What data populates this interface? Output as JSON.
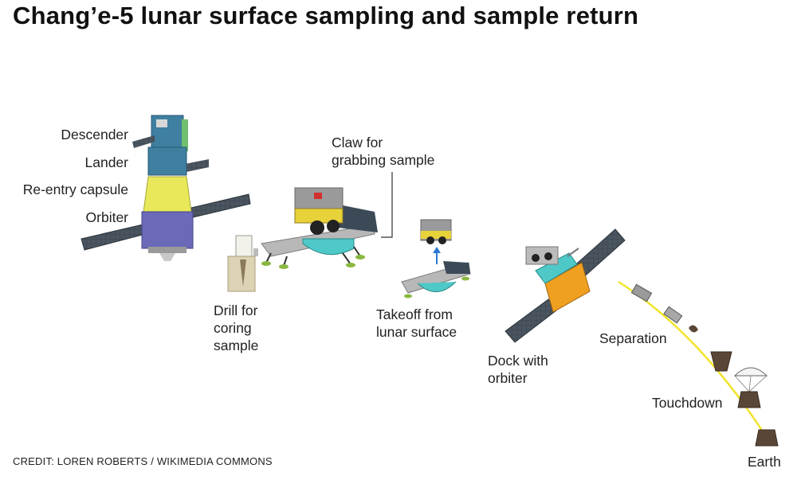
{
  "title": "Chang’e-5 lunar surface sampling and sample return",
  "stack_labels": {
    "descender": "Descender",
    "lander": "Lander",
    "reentry": "Re-entry capsule",
    "orbiter": "Orbiter"
  },
  "steps": {
    "drill": [
      "Drill for",
      "coring",
      "sample"
    ],
    "claw": [
      "Claw for",
      "grabbing sample"
    ],
    "takeoff": [
      "Takeoff from",
      "lunar surface"
    ],
    "dock": [
      "Dock with",
      "orbiter"
    ],
    "separation": "Separation",
    "touchdown": "Touchdown",
    "earth": "Earth"
  },
  "credit": "CREDIT: LOREN ROBERTS / WIKIMEDIA COMMONS",
  "colors": {
    "panel": "#4a5560",
    "body_blue": "#3f7fa0",
    "capsule_yellow": "#e8e85a",
    "orbiter_purple": "#6a6ab8",
    "gold": "#f0a020",
    "cyan": "#4fc8c8",
    "gray": "#9a9a9a",
    "trajectory": "#f2e42c",
    "capsule_brown": "#5a4636"
  }
}
